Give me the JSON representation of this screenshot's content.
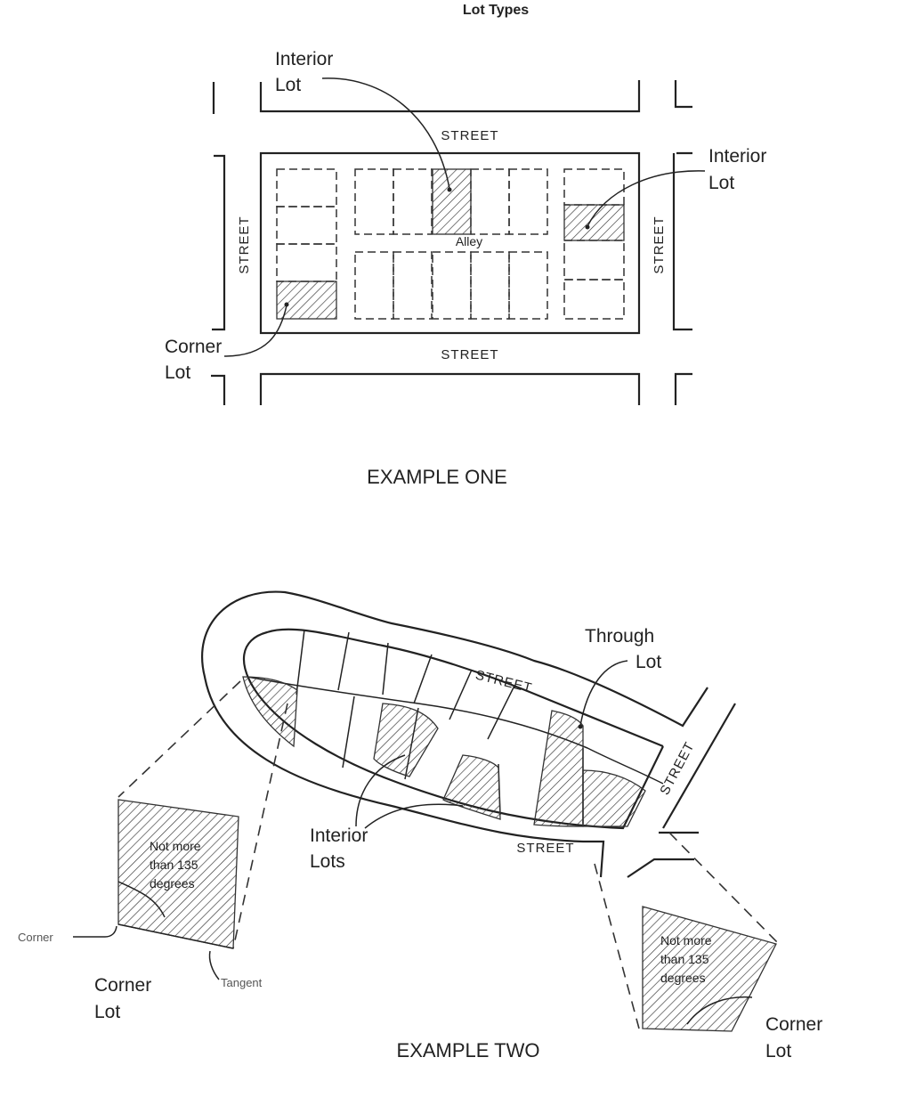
{
  "title": "Lot Types",
  "example_one": {
    "caption": "EXAMPLE ONE",
    "street_label": "STREET",
    "alley_label": "Alley",
    "interior_lot_top": [
      "Interior",
      "Lot"
    ],
    "interior_lot_right": [
      "Interior",
      "Lot"
    ],
    "corner_lot": [
      "Corner",
      "Lot"
    ]
  },
  "example_two": {
    "caption": "EXAMPLE TWO",
    "street_label": "STREET",
    "through_lot": [
      "Through",
      "Lot"
    ],
    "interior_lots": [
      "Interior",
      "Lots"
    ],
    "corner_lot_left": [
      "Corner",
      "Lot"
    ],
    "corner_lot_right": [
      "Corner",
      "Lot"
    ],
    "angle_note": [
      "Not more",
      "than 135",
      "degrees"
    ],
    "corner_label": "Corner",
    "tangent_label": "Tangent"
  }
}
